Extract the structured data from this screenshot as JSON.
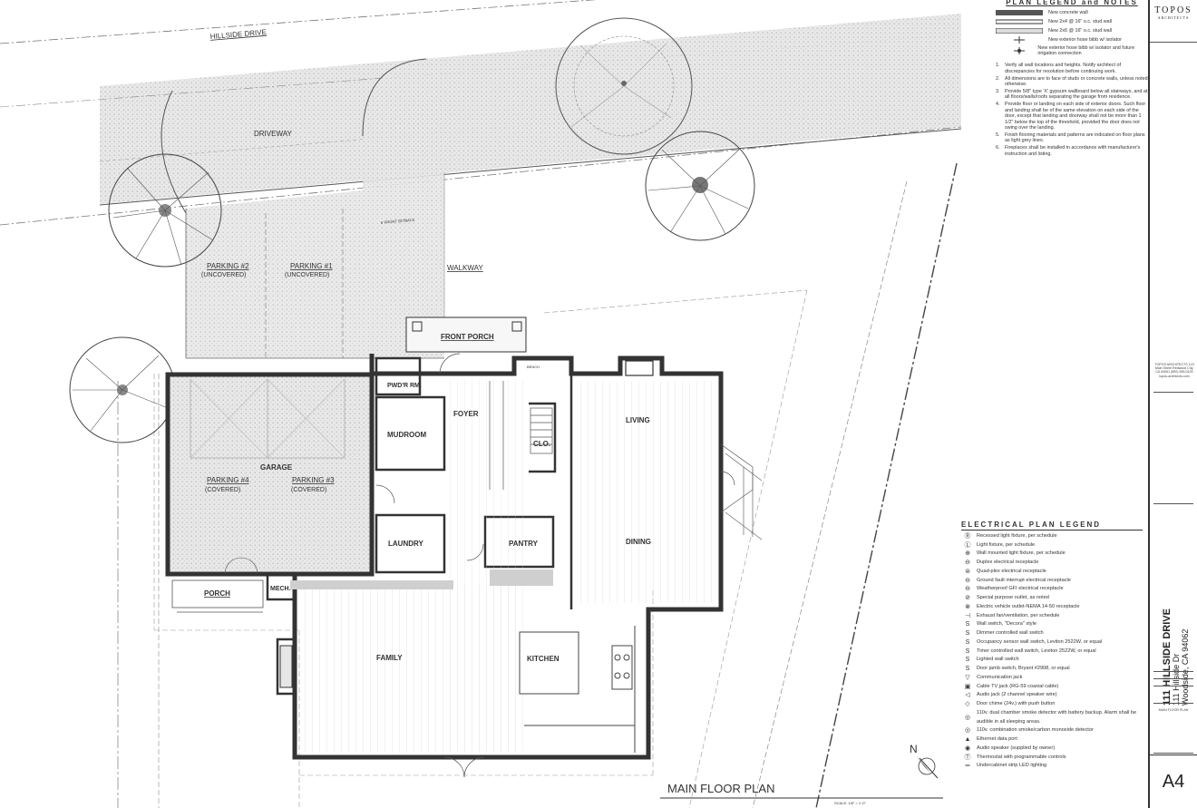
{
  "site": {
    "street_name": "HILLSIDE DRIVE",
    "driveway": "DRIVEWAY",
    "walkway": "WALKWAY",
    "setback": "5' FRONT SETBACK"
  },
  "rooms": {
    "parking2": "PARKING #2",
    "parking1": "PARKING #1",
    "uncovered": "(UNCOVERED)",
    "garage": "GARAGE",
    "parking4": "PARKING #4",
    "parking3": "PARKING #3",
    "covered": "(COVERED)",
    "porch": "PORCH",
    "mech": "MECH.",
    "front_porch": "FRONT PORCH",
    "pwdr": "PWD'R RM.",
    "mudroom": "MUDROOM",
    "foyer": "FOYER",
    "clo": "CLO.",
    "laundry": "LAUNDRY",
    "pantry": "PANTRY",
    "living": "LIVING",
    "dining": "DINING",
    "family": "FAMILY",
    "kitchen": "KITCHEN",
    "bench": "BENCH"
  },
  "plan_title": "MAIN FLOOR PLAN",
  "scale": "SCALE: 1/8\" = 1'-0\"",
  "north": "N",
  "plan_legend": {
    "title": "PLAN LEGEND and NOTES",
    "items": [
      "New concrete wall",
      "New 2x4 @ 16\" o.c. stud wall",
      "New 2x6 @ 16\" o.c. stud wall",
      "New exterior hose bibb w/ isolator",
      "New exterior hose bibb w/ isolator and future irrigation connection"
    ],
    "notes": [
      "Verify all wall locations and heights. Notify architect of discrepancies for resolution before continuing work.",
      "All dimensions are to face of studs or concrete walls, unless noted otherwise.",
      "Provide 5/8\" type 'X' gypsum wallboard below all stairways, and at all floors/walls/roofs separating the garage from residence.",
      "Provide floor or landing on each side of exterior doors. Such floor and landing shall be of the same elevation on each side of the door, except that landing and doorway shall not be more than 1 1/2\" below the top of the threshold, provided the door does not swing over the landing.",
      "Finish flooring materials and patterns are indicated on floor plans as light grey lines.",
      "Fireplaces shall be installed in accordance with manufacturer's instruction and listing."
    ]
  },
  "electrical_legend": {
    "title": "ELECTRICAL PLAN LEGEND",
    "items": [
      {
        "sym": "Ⓡ",
        "text": "Recessed light fixture, per schedule"
      },
      {
        "sym": "Ⓛ",
        "text": "Light fixture, per schedule"
      },
      {
        "sym": "⊕",
        "text": "Wall mounted light fixture, per schedule"
      },
      {
        "sym": "⊖",
        "text": "Duplex electrical receptacle"
      },
      {
        "sym": "⊜",
        "text": "Quad-plex electrical receptacle"
      },
      {
        "sym": "⊖",
        "text": "Ground fault interrupt electrical receptacle"
      },
      {
        "sym": "⊖",
        "text": "Weatherproof GFI electrical receptacle"
      },
      {
        "sym": "⊘",
        "text": "Special purpose outlet, as noted"
      },
      {
        "sym": "⊗",
        "text": "Electric vehicle outlet-NEMA 14-50 receptacle"
      },
      {
        "sym": "⊣",
        "text": "Exhaust fan/ventilation, per schedule"
      },
      {
        "sym": "S",
        "text": "Wall switch, \"Decora\" style"
      },
      {
        "sym": "S",
        "text": "Dimmer controlled wall switch"
      },
      {
        "sym": "S",
        "text": "Occupancy sensor wall switch, Leviton 2522W, or equal"
      },
      {
        "sym": "S",
        "text": "Timer controlled wall switch, Leviton 2522W, or equal"
      },
      {
        "sym": "S",
        "text": "Lighted wall switch"
      },
      {
        "sym": "S",
        "text": "Door jamb switch, Bryant #2908, or equal"
      },
      {
        "sym": "▽",
        "text": "Communication jack"
      },
      {
        "sym": "▣",
        "text": "Cable TV jack (RG-59 coaxial cable)"
      },
      {
        "sym": "◁",
        "text": "Audio jack (2 channel speaker wire)"
      },
      {
        "sym": "◇",
        "text": "Door chime (24v.) with push button"
      },
      {
        "sym": "◎",
        "text": "110v. dual chamber smoke detector with battery backup. Alarm shall be audible in all sleeping areas."
      },
      {
        "sym": "◎",
        "text": "110v. combination smoke/carbon monoxide detector"
      },
      {
        "sym": "▲",
        "text": "Ethernet data port"
      },
      {
        "sym": "◉",
        "text": "Audio speaker (supplied by owner)"
      },
      {
        "sym": "Ⓣ",
        "text": "Thermostat with programmable controls"
      },
      {
        "sym": "═",
        "text": "Undercabinet strip LED lighting"
      }
    ]
  },
  "title_block": {
    "firm": "TOPOS",
    "firm_sub": "ARCHITECTS",
    "firm_address": "TOPOS ARCHITECTS 123 Main Street Redwood City, CA 94061 (650) 555-0100 topos-architects.com",
    "project_name": "111 HILLSIDE DRIVE",
    "project_address": "111 Hillside Dr",
    "project_city": "Woodside, CA 94062",
    "sheet_title": "MAIN FLOOR PLAN",
    "sheet_number": "A4"
  }
}
